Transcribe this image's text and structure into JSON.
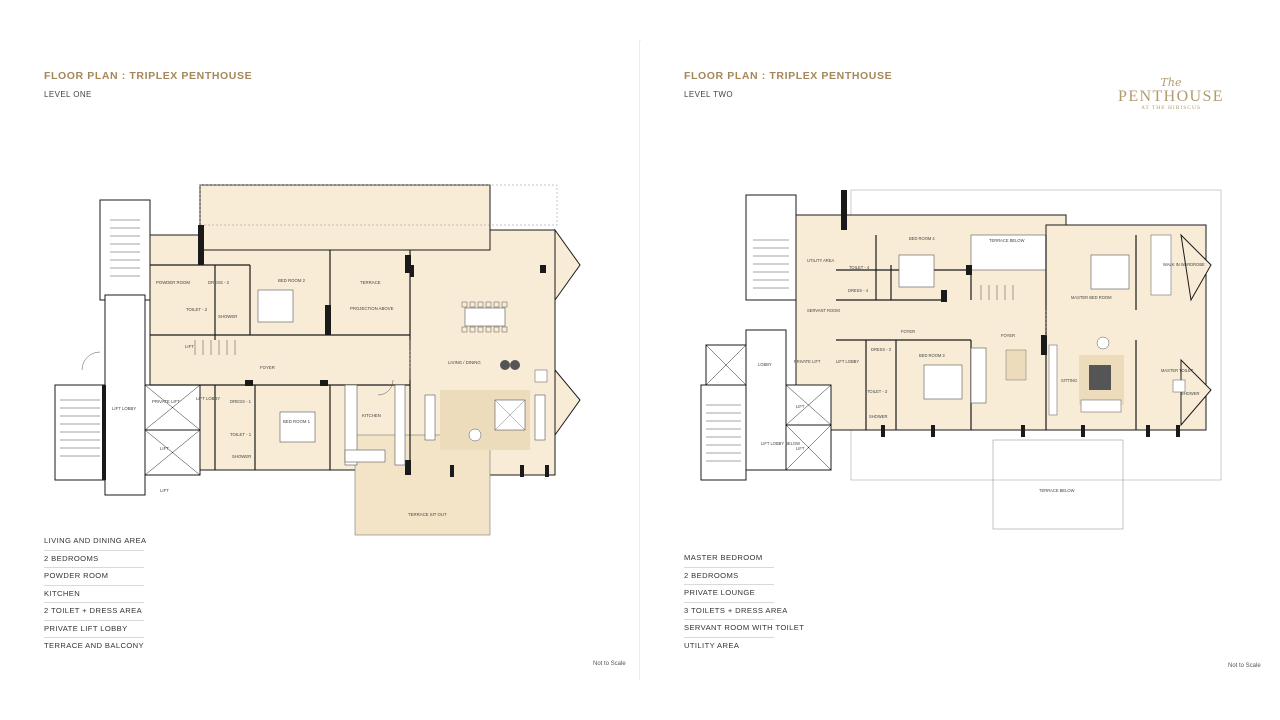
{
  "left_page": {
    "title": "FLOOR PLAN : TRIPLEX PENTHOUSE",
    "subtitle": "LEVEL ONE",
    "features": [
      "LIVING AND DINING AREA",
      "2 BEDROOMS",
      "POWDER ROOM",
      "KITCHEN",
      "2 TOILET + DRESS AREA",
      "PRIVATE LIFT LOBBY",
      "TERRACE AND BALCONY"
    ],
    "note": "Not to Scale",
    "room_labels": {
      "powder": "POWDER ROOM",
      "dress2": "DRESS - 2",
      "bed2": "BED ROOM 2",
      "terrace": "TERRACE",
      "toilet2": "TOILET - 2",
      "shower": "SHOWER",
      "projection": "PROJECTION ABOVE",
      "lift": "LIFT",
      "foyer": "FOYER",
      "living": "LIVING / DINING",
      "lift_lobby": "LIFT LOBBY",
      "private_lift": "PRIVATE LIFT",
      "lift_lobby2": "LIFT LOBBY",
      "dress1": "DRESS - 1",
      "bed1": "BED ROOM 1",
      "kitchen": "KITCHEN",
      "toilet1": "TOILET - 1",
      "shower1": "SHOWER",
      "lift_a": "LIFT",
      "lift_b": "LIFT",
      "terrace_sit": "TERRACE SIT OUT"
    }
  },
  "right_page": {
    "title": "FLOOR PLAN : TRIPLEX PENTHOUSE",
    "subtitle": "LEVEL TWO",
    "logo": {
      "the": "The",
      "main": "PENTHOUSE",
      "sub": "AT THE HIBISCUS"
    },
    "features": [
      "MASTER BEDROOM",
      "2 BEDROOMS",
      "PRIVATE LOUNGE",
      "3 TOILETS + DRESS AREA",
      "SERVANT ROOM WITH TOILET",
      "UTILITY AREA"
    ],
    "note": "Not to Scale",
    "room_labels": {
      "utility": "UTILITY AREA",
      "toilet4": "TOILET - 4",
      "bed4": "BED ROOM 4",
      "terrace_below": "TERRACE BELOW",
      "master_bed": "MASTER BED ROOM",
      "walk_in": "WALK IN WARDROBE",
      "dress4": "DRESS - 4",
      "servant": "SERVANT ROOM",
      "foyer_a": "FOYER",
      "foyer_b": "FOYER",
      "lobby": "LOBBY",
      "private_lift": "PRIVATE LIFT",
      "lift_lobby": "LIFT LOBBY",
      "dress3": "DRESS - 3",
      "bed3": "BED ROOM 3",
      "sitting": "SITTING",
      "master_toilet": "MASTER TOILET",
      "toilet3": "TOILET - 3",
      "shower": "SHOWER",
      "lift_lobby_bldg": "LIFT LOBBY BELOW",
      "lift_a": "LIFT",
      "lift_b": "LIFT",
      "terrace_below2": "TERRACE BELOW",
      "shower2": "SHOWER"
    }
  },
  "colors": {
    "accent": "#a5875a",
    "room_fill": "#f8ecd6",
    "wall": "#1a1a1a"
  }
}
